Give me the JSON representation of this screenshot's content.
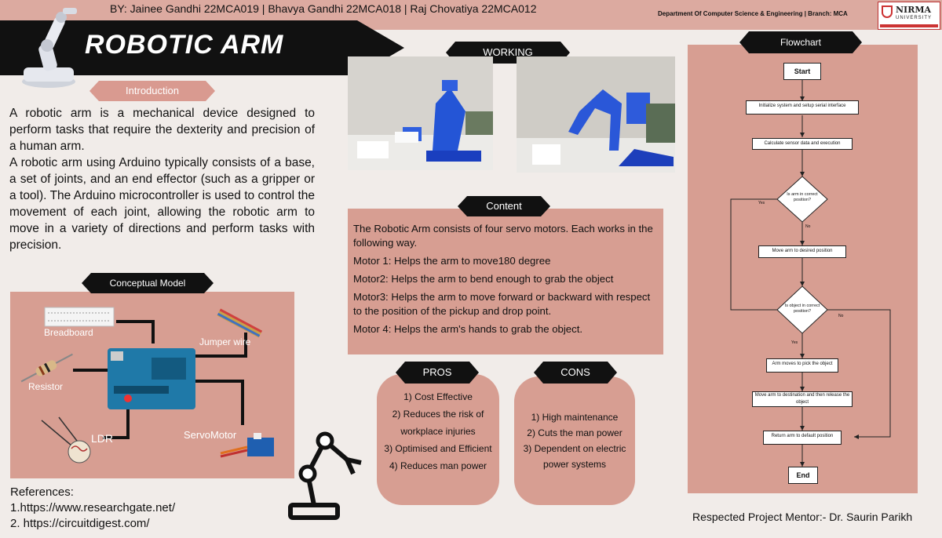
{
  "header": {
    "authors": "BY: Jainee Gandhi 22MCA019 | Bhavya Gandhi 22MCA018 | Raj Chovatiya 22MCA012",
    "department": "Department Of Computer Science & Engineering | Branch: MCA",
    "logo_text": "NIRMA",
    "logo_sub": "UNIVERSITY",
    "title": "ROBOTIC ARM"
  },
  "introduction": {
    "heading": "Introduction",
    "paragraphs": [
      "A robotic arm is a mechanical device designed to perform tasks that require the dexterity and precision of a human arm.",
      "A robotic arm using Arduino typically consists of a base, a set of joints, and an end effector (such as a gripper or a tool). The Arduino microcontroller is used to control the movement of each joint, allowing the robotic arm to move in a variety of directions and perform tasks with precision."
    ]
  },
  "conceptual_model": {
    "heading": "Conceptual Model",
    "labels": {
      "breadboard": "Breadboard",
      "jumper": "Jumper wire",
      "resistor": "Resistor",
      "ldr": "LDR",
      "servo": "ServoMotor"
    }
  },
  "working": {
    "heading": "WORKING"
  },
  "content": {
    "heading": "Content",
    "lines": [
      "The Robotic Arm consists of four servo motors. Each works in the following way.",
      "Motor 1: Helps the arm to move180 degree",
      "Motor2: Helps the arm to bend enough to grab the object",
      "Motor3: Helps the arm to move forward or backward with respect to the position of the pickup and drop point.",
      "Motor 4: Helps the arm's hands to grab the object."
    ]
  },
  "pros": {
    "heading": "PROS",
    "items": [
      "1) Cost Effective",
      "2) Reduces the risk of workplace injuries",
      "3) Optimised and Efficient",
      "4) Reduces man power"
    ]
  },
  "cons": {
    "heading": "CONS",
    "items": [
      "1) High maintenance",
      "2) Cuts the man power",
      "3) Dependent on electric power systems"
    ]
  },
  "flowchart": {
    "heading": "Flowchart",
    "start": "Start",
    "end": "End",
    "step1": "Initialize system and setup serial interface",
    "step2": "Calculate sensor data and execution",
    "decision1": "Is arm in correct position?",
    "step3": "Move arm to desired position",
    "decision2": "Is object in correct position?",
    "step4": "Arm moves to pick the object",
    "step5": "Move arm to destination and then release the object",
    "step6": "Return arm to default position",
    "yes": "Yes",
    "no": "No"
  },
  "references": {
    "heading": "References:",
    "items": [
      "1.https://www.researchgate.net/",
      "2. https://circuitdigest.com/"
    ]
  },
  "mentor": "Respected Project Mentor:- Dr. Saurin Parikh"
}
